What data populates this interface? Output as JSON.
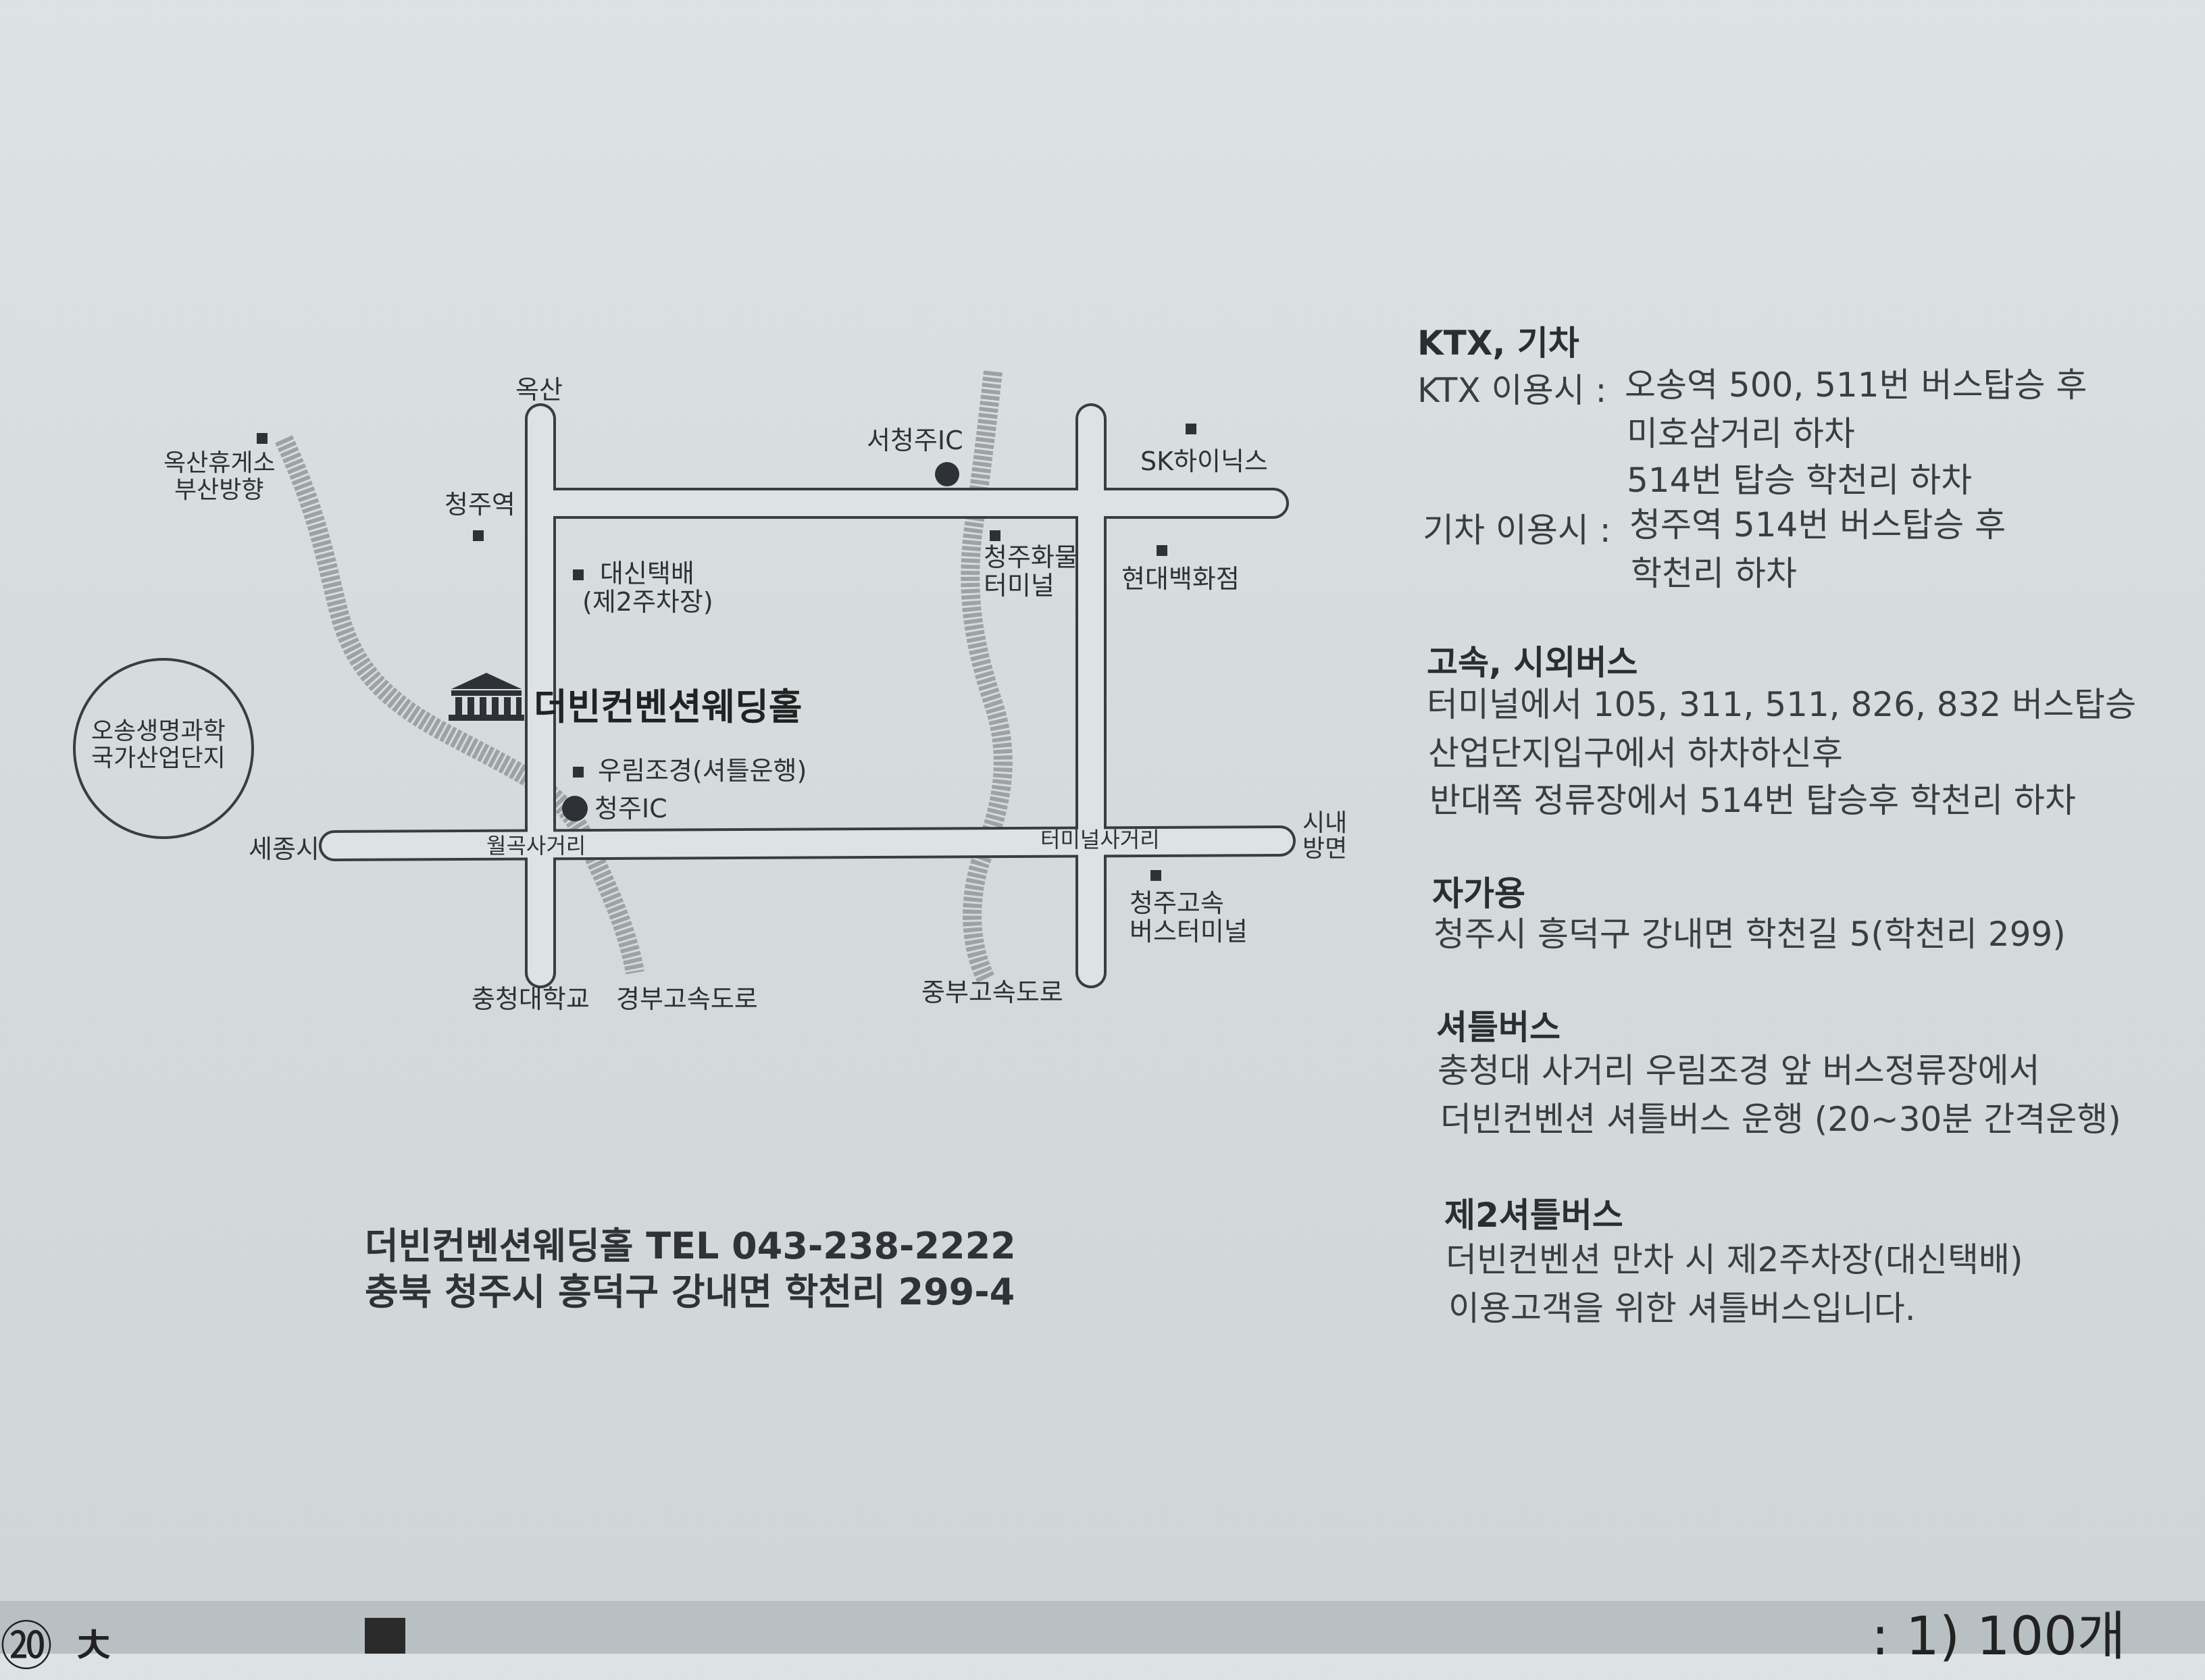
{
  "map": {
    "venue_name": "더빈컨벤션웨딩홀",
    "labels": {
      "oksan": "옥산",
      "oksan_rest_1": "옥산휴게소",
      "oksan_rest_2": "부산방향",
      "cheongju_station": "청주역",
      "seocheongju_ic": "서청주IC",
      "sk_hynix": "SK하이닉스",
      "daesin_1": "대신택배",
      "daesin_2": "(제2주차장)",
      "cargo_1": "청주화물",
      "cargo_2": "터미널",
      "hyundai": "현대백화점",
      "osong_1": "오송생명과학",
      "osong_2": "국가산업단지",
      "woorim": "우림조경(셔틀운행)",
      "cheongju_ic": "청주IC",
      "sejong": "세종시",
      "wolgok": "월곡사거리",
      "terminal_x": "터미널사거리",
      "downtown_1": "시내",
      "downtown_2": "방면",
      "express_1": "청주고속",
      "express_2": "버스터미널",
      "chungcheong_univ": "충청대학교",
      "gyeongbu": "경부고속도로",
      "jungbu": "중부고속도로"
    }
  },
  "footer": {
    "line1": "더빈컨벤션웨딩홀   TEL 043-238-2222",
    "line2": "충북 청주시 흥덕구 강내면 학천리 299-4"
  },
  "directions": {
    "train": {
      "heading": "KTX, 기차",
      "ktx_label": "KTX 이용시 :",
      "ktx_lines": [
        "오송역 500, 511번 버스탑승 후",
        "미호삼거리 하차",
        "514번 탑승 학천리 하차"
      ],
      "train_label": "기차 이용시 :",
      "train_lines": [
        "청주역 514번 버스탑승 후",
        "학천리 하차"
      ]
    },
    "bus": {
      "heading": "고속, 시외버스",
      "lines": [
        "터미널에서 105, 311, 511, 826, 832 버스탑승",
        "산업단지입구에서 하차하신후",
        "반대쪽 정류장에서 514번 탑승후 학천리 하차"
      ]
    },
    "car": {
      "heading": "자가용",
      "lines": [
        "청주시 흥덕구 강내면 학천길 5(학천리 299)"
      ]
    },
    "shuttle": {
      "heading": "셔틀버스",
      "lines": [
        "충청대 사거리 우림조경 앞 버스정류장에서",
        "더빈컨벤션 셔틀버스 운행 (20~30분 간격운행)"
      ]
    },
    "shuttle2": {
      "heading": "제2셔틀버스",
      "lines": [
        "더빈컨벤션 만차 시 제2주차장(대신택배)",
        "이용고객을 위한 셔틀버스입니다."
      ]
    }
  },
  "bottom_fragment": {
    "left": "⑳ ㅊ",
    "right": ": 1) 100개"
  },
  "colors": {
    "paper": "#d9dfe0",
    "road": "#3a3d40",
    "highway": "#9a9ea1",
    "text": "#2e3236"
  }
}
